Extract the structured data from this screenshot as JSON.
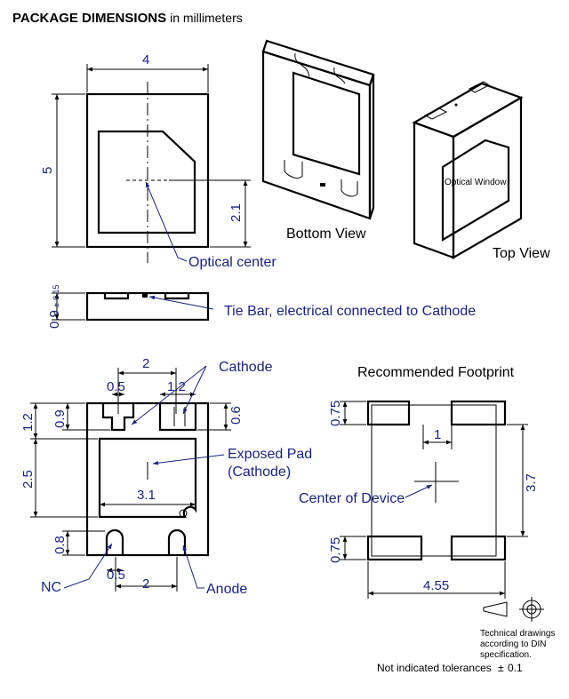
{
  "title": {
    "bold": "PACKAGE DIMENSIONS",
    "sub": "in millimeters"
  },
  "top_view_dims": {
    "width": "4",
    "height": "5",
    "center_offset": "2.1"
  },
  "side_view_dims": {
    "thickness": "0.9",
    "tolerance_pm": "±",
    "tolerance": "0.15"
  },
  "bottom_dims": {
    "pad_pitch_top": "2",
    "pad_width_left": "0.5",
    "pad_width_right": "1.2",
    "pad_height_left": "0.9",
    "row_height": "1.2",
    "pad_height_right": "0.6",
    "exposed_height": "2.5",
    "exposed_width": "3.1",
    "bottom_pad_height": "0.8",
    "bottom_pad_width": "0.5",
    "pad_pitch_bottom": "2"
  },
  "footprint_dims": {
    "pad_height_top": "0.75",
    "gap": "1",
    "span": "3.7",
    "pad_height_bottom": "0.75",
    "total_width": "4.55"
  },
  "labels": {
    "optical_center": "Optical center",
    "tie_bar": "Tie Bar, electrical connected to Cathode",
    "cathode": "Cathode",
    "exposed_pad_1": "Exposed Pad",
    "exposed_pad_2": "(Cathode)",
    "nc": "NC",
    "anode": "Anode",
    "center_of_device": "Center of Device"
  },
  "views": {
    "bottom_view": "Bottom View",
    "top_view": "Top View",
    "optical_window": "Optical Window",
    "recommended_footprint": "Recommended Footprint"
  },
  "notes": {
    "din_1": "Technical drawings",
    "din_2": "according to DIN",
    "din_3": "specification.",
    "tolerance_label": "Not indicated tolerances",
    "tolerance_pm": "±",
    "tolerance_value": "0.1"
  },
  "colors": {
    "dimension": "#1a237e",
    "outline": "#000000"
  }
}
